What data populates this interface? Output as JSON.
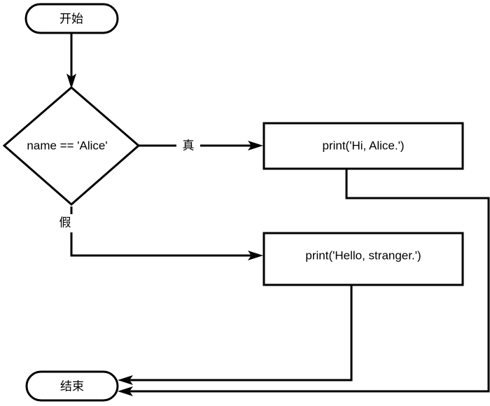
{
  "diagram": {
    "type": "flowchart",
    "title": "",
    "background_color": "#ffffff",
    "stroke_color": "#000000",
    "fill_color": "#ffffff",
    "nodes": [
      {
        "id": "start",
        "shape": "stadium",
        "label": "开始",
        "role": "terminator-start"
      },
      {
        "id": "condition",
        "shape": "diamond",
        "label": "name == 'Alice'",
        "role": "decision"
      },
      {
        "id": "print_hi",
        "shape": "rectangle",
        "label": "print('Hi, Alice.')",
        "role": "process"
      },
      {
        "id": "print_hello",
        "shape": "rectangle",
        "label": "print('Hello, stranger.')",
        "role": "process"
      },
      {
        "id": "end",
        "shape": "stadium",
        "label": "结束",
        "role": "terminator-end"
      }
    ],
    "edges": [
      {
        "id": "e-start-condition",
        "from": "start",
        "to": "condition",
        "label": ""
      },
      {
        "id": "e-condition-true",
        "from": "condition",
        "to": "print_hi",
        "label": "真"
      },
      {
        "id": "e-condition-false",
        "from": "condition",
        "to": "print_hello",
        "label": "假"
      },
      {
        "id": "e-hi-end",
        "from": "print_hi",
        "to": "end",
        "label": ""
      },
      {
        "id": "e-hello-end",
        "from": "print_hello",
        "to": "end",
        "label": ""
      }
    ]
  }
}
